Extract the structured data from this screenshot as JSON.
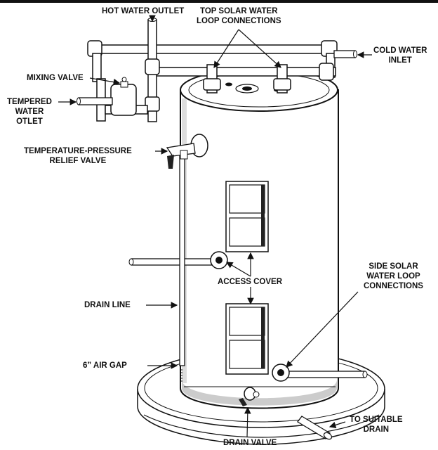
{
  "labels": {
    "hot_water_outlet": "HOT WATER OUTLET",
    "top_solar": [
      "TOP SOLAR WATER",
      "LOOP CONNECTIONS"
    ],
    "cold_water_inlet": [
      "COLD WATER",
      "INLET"
    ],
    "mixing_valve": "MIXING VALVE",
    "tempered_water_outlet": [
      "TEMPERED",
      "WATER",
      "OTLET"
    ],
    "tp_relief_valve": [
      "TEMPERATURE-PRESSURE",
      "RELIEF VALVE"
    ],
    "side_solar": [
      "SIDE SOLAR",
      "WATER LOOP",
      "CONNECTIONS"
    ],
    "access_cover": "ACCESS COVER",
    "drain_line": "DRAIN LINE",
    "air_gap": "6” AIR GAP",
    "to_suitable_drain": [
      "TO SUITABLE",
      "DRAIN"
    ],
    "drain_valve": "DRAIN VALVE"
  }
}
